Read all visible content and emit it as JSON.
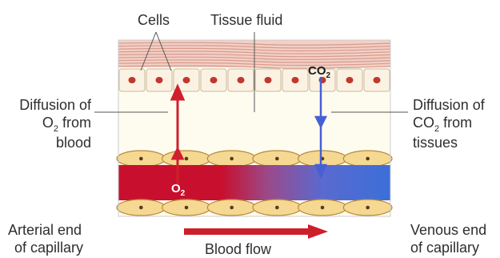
{
  "labels": {
    "cells": "Cells",
    "tissue_fluid": "Tissue fluid",
    "diffusion_o2": [
      "Diffusion of",
      "O",
      "2",
      " from",
      "blood"
    ],
    "diffusion_co2": [
      "Diffusion of",
      "CO",
      "2",
      " from",
      "tissues"
    ],
    "arterial_end": [
      "Arterial end",
      "of capillary"
    ],
    "venous_end": [
      "Venous end",
      "of capillary"
    ],
    "blood_flow": "Blood flow",
    "co2_marker": [
      "CO",
      "2"
    ],
    "o2_marker": [
      "O",
      "2"
    ]
  },
  "colors": {
    "oxygenated_blood": "#c8102e",
    "deoxygenated_blood": "#3b6fd8",
    "o2_arrow": "#d01f2e",
    "co2_arrow": "#4660d4",
    "cell_fill": "#f6ecd6",
    "cell_border": "#c8b89a",
    "nucleus": "#c0392b",
    "muscle_layer": "#f0c7bc",
    "tissue_fluid": "#fefcef",
    "endothelium": "#f5d892"
  }
}
